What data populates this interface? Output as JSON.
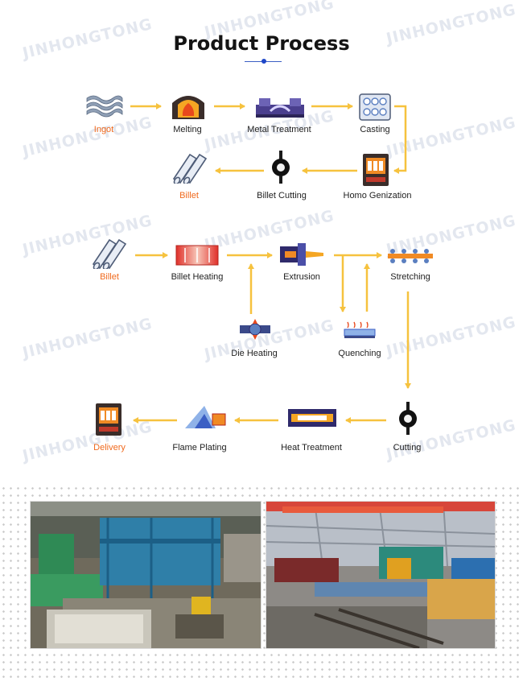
{
  "title": "Product Process",
  "watermark": "JINHONGTONG",
  "colors": {
    "arrow": "#f6c23e",
    "highlight_label": "#f06a1e",
    "normal_label": "#222222",
    "title": "#141414",
    "accent": "#1f47c8"
  },
  "stages": {
    "ingot": {
      "label": "Ingot",
      "icon": "ingot-stack-icon"
    },
    "melting": {
      "label": "Melting",
      "icon": "furnace-icon"
    },
    "metal_treatment": {
      "label": "Metal Treatment",
      "icon": "treatment-icon"
    },
    "casting": {
      "label": "Casting",
      "icon": "casting-mold-icon"
    },
    "homogenization": {
      "label": "Homo Genization",
      "icon": "homogenization-furnace-icon"
    },
    "billet_cutting_1": {
      "label": "Billet Cutting",
      "icon": "saw-blade-icon"
    },
    "billet_1": {
      "label": "Billet",
      "icon": "billet-rods-icon"
    },
    "billet_2": {
      "label": "Billet",
      "icon": "billet-rods-icon"
    },
    "billet_heating": {
      "label": "Billet Heating",
      "icon": "heating-oven-icon"
    },
    "extrusion": {
      "label": "Extrusion",
      "icon": "extrusion-press-icon"
    },
    "stretching": {
      "label": "Stretching",
      "icon": "stretcher-icon"
    },
    "die_heating": {
      "label": "Die Heating",
      "icon": "die-heater-icon"
    },
    "quenching": {
      "label": "Quenching",
      "icon": "quench-tank-icon"
    },
    "cutting": {
      "label": "Cutting",
      "icon": "saw-blade-icon"
    },
    "heat_treatment": {
      "label": "Heat Treatment",
      "icon": "heat-treatment-oven-icon"
    },
    "flame_plating": {
      "label": "Flame Plating",
      "icon": "flame-plating-icon"
    },
    "delivery": {
      "label": "Delivery",
      "icon": "delivery-machine-icon"
    }
  },
  "photos": {
    "left": "factory-extrusion-line-photo",
    "right": "factory-workshop-photo"
  }
}
